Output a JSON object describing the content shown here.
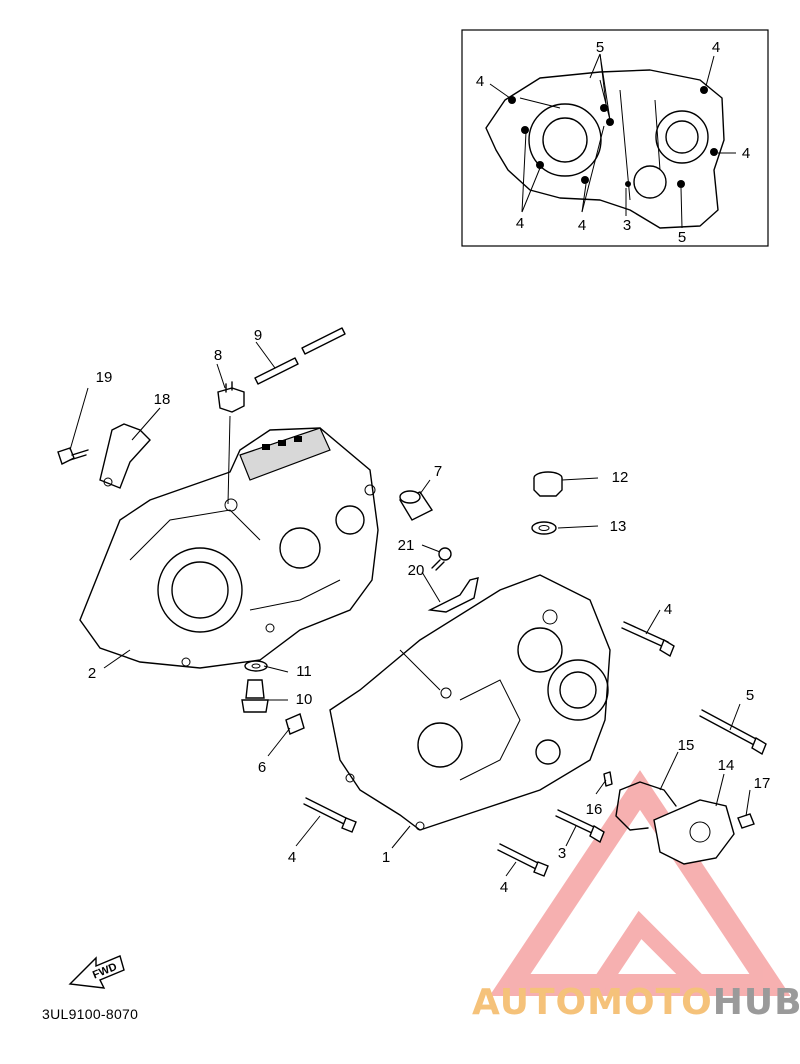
{
  "diagram": {
    "code": "3UL9100-8070",
    "fwd_label": "FWD",
    "inset_labels": [
      "5",
      "4",
      "4",
      "4",
      "4",
      "4",
      "3",
      "5"
    ],
    "callouts": [
      {
        "id": "c1",
        "text": "1"
      },
      {
        "id": "c2",
        "text": "2"
      },
      {
        "id": "c3",
        "text": "3"
      },
      {
        "id": "c4a",
        "text": "4"
      },
      {
        "id": "c4b",
        "text": "4"
      },
      {
        "id": "c4c",
        "text": "4"
      },
      {
        "id": "c5",
        "text": "5"
      },
      {
        "id": "c6",
        "text": "6"
      },
      {
        "id": "c7",
        "text": "7"
      },
      {
        "id": "c8",
        "text": "8"
      },
      {
        "id": "c9",
        "text": "9"
      },
      {
        "id": "c10",
        "text": "10"
      },
      {
        "id": "c11",
        "text": "11"
      },
      {
        "id": "c12",
        "text": "12"
      },
      {
        "id": "c13",
        "text": "13"
      },
      {
        "id": "c14",
        "text": "14"
      },
      {
        "id": "c15",
        "text": "15"
      },
      {
        "id": "c16",
        "text": "16"
      },
      {
        "id": "c17",
        "text": "17"
      },
      {
        "id": "c18",
        "text": "18"
      },
      {
        "id": "c19",
        "text": "19"
      },
      {
        "id": "c20",
        "text": "20"
      },
      {
        "id": "c21",
        "text": "21"
      }
    ]
  },
  "watermark": {
    "part1": "AUTOMOTO",
    "part2": "HUB",
    "accent": "#f5c27a",
    "triangle_color": "#f08080"
  }
}
